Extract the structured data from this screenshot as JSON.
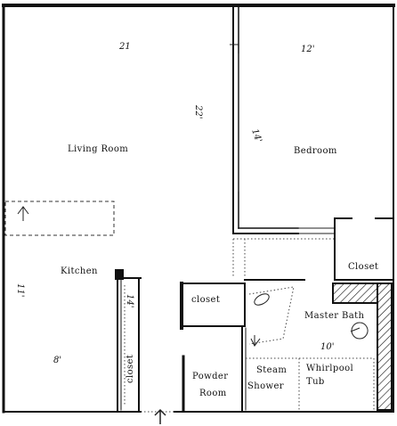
{
  "rooms": {
    "living_room": "Living Room",
    "bedroom": "Bedroom",
    "kitchen": "Kitchen",
    "closet_right": "Closet",
    "closet_center": "closet",
    "closet_vertical": "closet",
    "master_bath": "Master Bath",
    "powder_room_line1": "Powder",
    "powder_room_line2": "Room",
    "steam_shower_line1": "Steam",
    "steam_shower_line2": "Shower",
    "whirlpool_line1": "Whirlpool",
    "whirlpool_line2": "Tub"
  },
  "dimensions": {
    "living_width": "21",
    "living_depth": "22'",
    "bedroom_width": "12'",
    "bedroom_depth": "14'",
    "kitchen_depth": "11'",
    "kitchen_width": "8'",
    "closet_depth": "14'",
    "bath_width": "10'"
  }
}
